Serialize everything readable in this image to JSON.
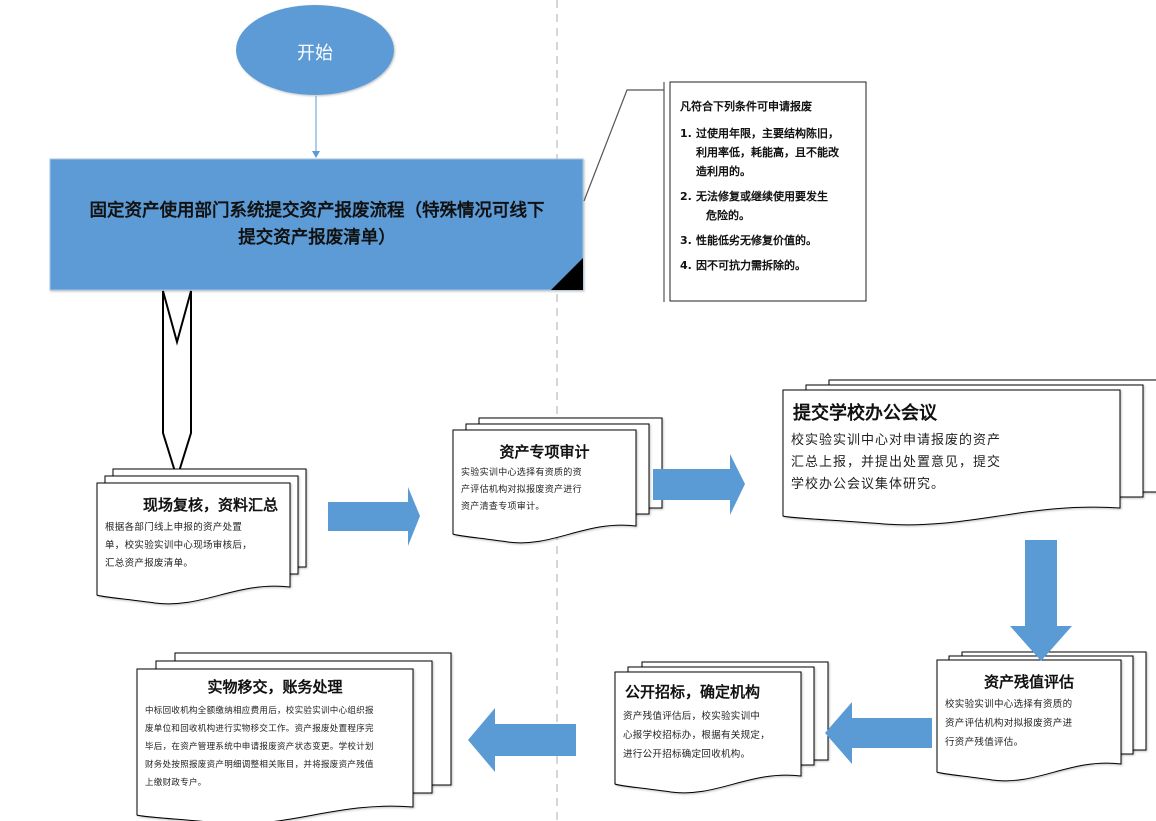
{
  "start_node": {
    "label": "开始"
  },
  "main_process": {
    "label": "固定资产使用部门系统提交资产报废流程（特殊情况可线下提交资产报废清单）",
    "line1": "固定资产使用部门系统提交资产报废流程（特殊情况可线下",
    "line2": "提交资产报废清单）",
    "color": "#5b9bd5"
  },
  "conditions_note": {
    "title": "凡符合下列条件可申请报废",
    "items": [
      {
        "num": "1.",
        "lines": [
          "过使用年限，主要结构陈旧，",
          "利用率低，耗能高，且不能改",
          "造利用的。"
        ]
      },
      {
        "num": "2.",
        "lines": [
          "无法修复或继续使用要发生",
          "危险的。"
        ]
      },
      {
        "num": "3.",
        "lines": [
          "性能低劣无修复价值的。"
        ]
      },
      {
        "num": "4.",
        "lines": [
          "因不可抗力需拆除的。"
        ]
      }
    ]
  },
  "steps": [
    {
      "id": "onsite-review",
      "title": "现场复核，资料汇总",
      "lines": [
        "根据各部门线上申报的资产处置",
        "单，校实验实训中心现场审核后，",
        "汇总资产报废清单。"
      ]
    },
    {
      "id": "special-audit",
      "title": "资产专项审计",
      "lines": [
        "实验实训中心选择有资质的资",
        "产评估机构对拟报废资产进行",
        "资产清查专项审计。"
      ]
    },
    {
      "id": "office-meeting",
      "title": "提交学校办公会议",
      "lines": [
        "校实验实训中心对申请报废的资产",
        "汇总上报，并提出处置意见，提交",
        "学校办公会议集体研究。"
      ]
    },
    {
      "id": "residual-valuation",
      "title": "资产残值评估",
      "lines": [
        "校实验实训中心选择有资质的",
        "资产评估机构对拟报废资产进",
        "行资产残值评估。"
      ]
    },
    {
      "id": "public-bidding",
      "title": "公开招标，确定机构",
      "lines": [
        "资产残值评估后，校实验实训中",
        "心报学校招标办，根据有关规定，",
        "进行公开招标确定回收机构。"
      ]
    },
    {
      "id": "handover-accounting",
      "title": "实物移交，账务处理",
      "lines": [
        "中标回收机构全额缴纳相应费用后，校实验实训中心组织报",
        "废单位和回收机构进行实物移交工作。资产报废处置程序完",
        "毕后，在资产管理系统中申请报废资产状态变更。学校计划",
        "财务处按照报废资产明细调整相关账目，并将报废资产残值",
        "上缴财政专户。"
      ]
    }
  ],
  "colors": {
    "arrow": "#5b9bd5",
    "divider": "#c8c8c8",
    "outline": "#000000"
  }
}
